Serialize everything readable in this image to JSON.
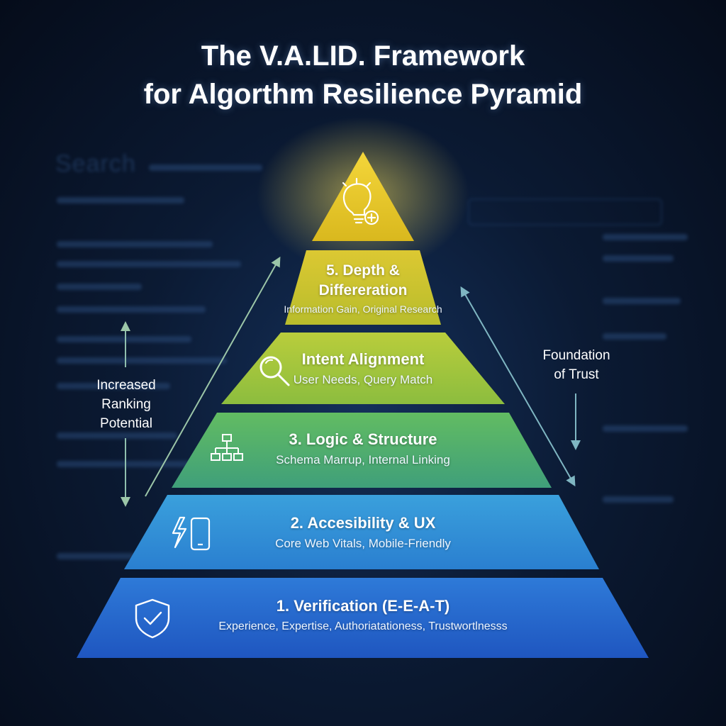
{
  "title": {
    "line1": "The V.A.LID. Framework",
    "line2": "for Algorthm Resilience Pyramid"
  },
  "background": {
    "search_text": "Search"
  },
  "tiers": [
    {
      "level": "top",
      "icon": "lightbulb-plus-icon",
      "color": "#e8c526"
    },
    {
      "level": 5,
      "title_line1": "5. Depth &",
      "title_line2": "Differeration",
      "subtitle": "Information Gain, Original Research",
      "color": "#cfc52f"
    },
    {
      "level": 4,
      "title": "Intent Alignment",
      "subtitle": "User Needs, Query Match",
      "icon": "magnifier-icon",
      "color": "#a9c83a"
    },
    {
      "level": 3,
      "title": "3. Logic & Structure",
      "subtitle": "Schema Marrup, Internal Linking",
      "icon": "hierarchy-icon",
      "color": "#58b368"
    },
    {
      "level": 2,
      "title": "2. Accesibility & UX",
      "subtitle": "Core Web Vitals, Mobile-Friendly",
      "icon": "bolt-mobile-icon",
      "color": "#2f8fd8"
    },
    {
      "level": 1,
      "title": "1. Verification (E-E-A-T)",
      "subtitle": "Experience, Expertise, Authoriatationess, Trustwortlnesss",
      "icon": "shield-check-icon",
      "color": "#2a6fd6"
    }
  ],
  "side_labels": {
    "left": "Increased\nRanking\nPotential",
    "right": "Foundation\nof Trust"
  }
}
